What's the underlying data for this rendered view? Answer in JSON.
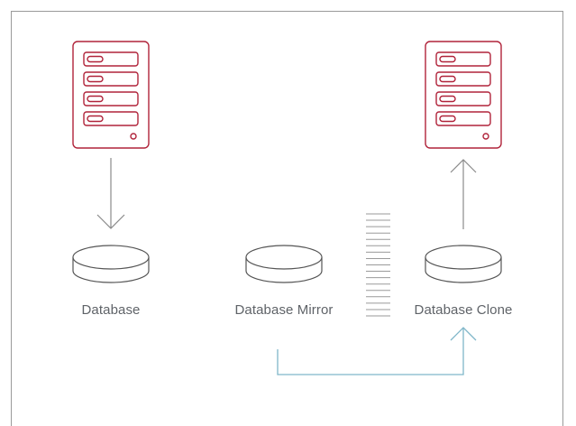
{
  "labels": {
    "database": "Database",
    "database_mirror": "Database Mirror",
    "database_clone": "Database Clone"
  },
  "colors": {
    "server": "#b0233a",
    "disk": "#555555",
    "arrow": "#8a8a8a",
    "stack": "#9a9a9a",
    "sync_arrow": "#7fb6c9",
    "frame": "#9a9a9a",
    "text": "#5f6368"
  },
  "icons": {
    "server": "server-icon",
    "database": "database-icon",
    "transfer": "transfer-stack-icon"
  }
}
